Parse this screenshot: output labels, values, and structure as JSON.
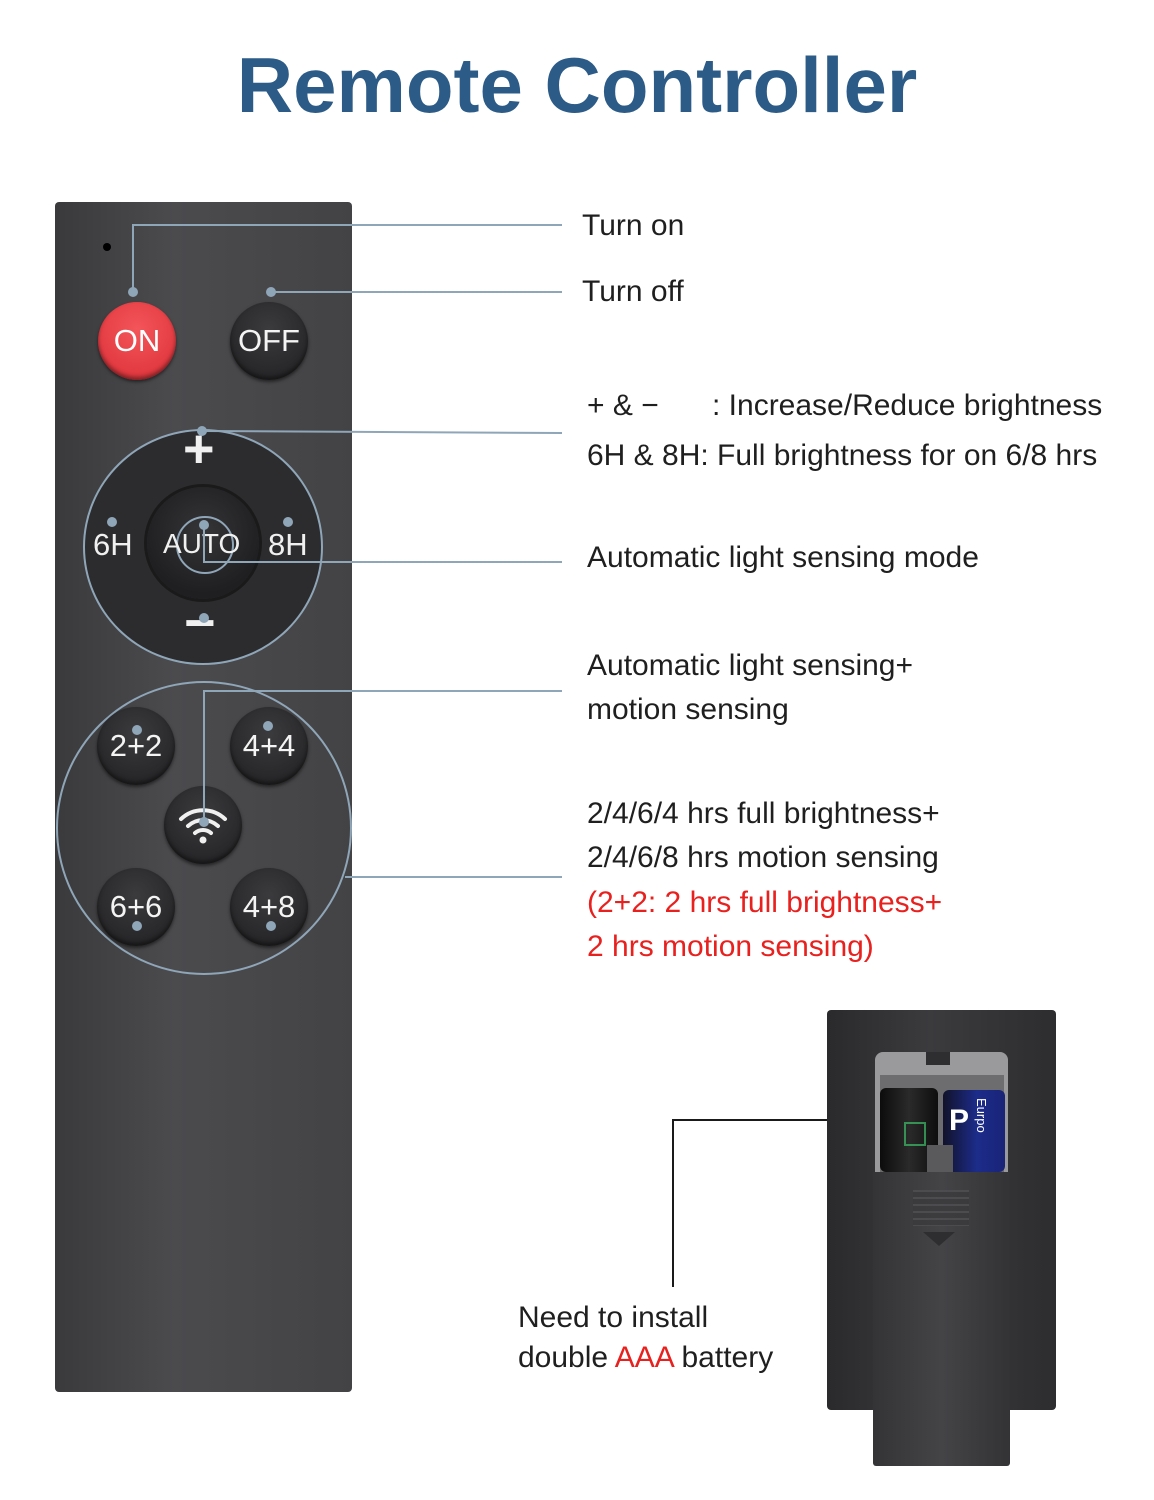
{
  "title": "Remote Controller",
  "colors": {
    "title": "#2b5b86",
    "accent_red": "#e8201e",
    "on_button": "#e23a40",
    "remote_body": "#434345",
    "leader_line": "#8fa6b8"
  },
  "remote": {
    "buttons": {
      "on": "ON",
      "off": "OFF",
      "plus": "+",
      "minus": "−",
      "six_h": "6H",
      "auto": "AUTO",
      "eight_h": "8H",
      "two_two": "2+2",
      "four_four": "4+4",
      "six_six": "6+6",
      "four_eight": "4+8",
      "motion_icon": "wifi-signal-icon"
    }
  },
  "labels": {
    "turn_on": "Turn on",
    "turn_off": "Turn off",
    "brightness_key": "+ & −",
    "brightness_desc": ": Increase/Reduce brightness",
    "hours_line": "6H & 8H:  Full brightness for on 6/8 hrs",
    "auto_mode": "Automatic light sensing mode",
    "motion_line1": "Automatic light sensing+",
    "motion_line2": "motion sensing",
    "timer_line1": "2/4/6/4 hrs full brightness+",
    "timer_line2": "2/4/6/8 hrs motion sensing",
    "timer_note1": "(2+2: 2 hrs full brightness+",
    "timer_note2": "2 hrs motion sensing)",
    "battery_line1": "Need to install",
    "battery_prefix": "double ",
    "battery_highlight": "AAA",
    "battery_suffix": " battery"
  },
  "battery_print": {
    "brand": "Eurpo",
    "letter": "P"
  }
}
